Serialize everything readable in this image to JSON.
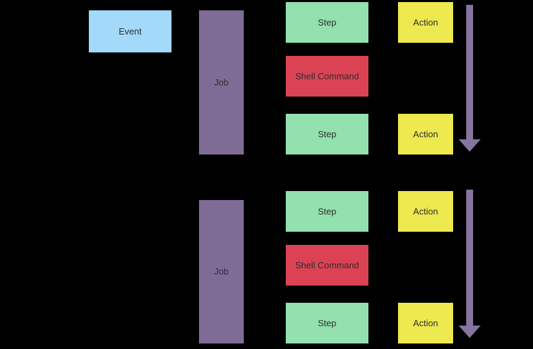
{
  "diagram": {
    "title": "workflow-diagram",
    "background": "#000000",
    "text_color": "#2d2d2d",
    "colors": {
      "event": "#a3d9f9",
      "job": "#7e6c96",
      "step": "#92e1ae",
      "shell": "#db4355",
      "action": "#ede94e",
      "arrow": "#85759f"
    },
    "event": {
      "label": "Event"
    },
    "groups": [
      {
        "job": {
          "label": "Job"
        },
        "rows": [
          {
            "step": "Step",
            "action": "Action"
          },
          {
            "step": "Shell Command"
          },
          {
            "step": "Step",
            "action": "Action"
          }
        ]
      },
      {
        "job": {
          "label": "Job"
        },
        "rows": [
          {
            "step": "Step",
            "action": "Action"
          },
          {
            "step": "Shell Command"
          },
          {
            "step": "Step",
            "action": "Action"
          }
        ]
      }
    ]
  }
}
